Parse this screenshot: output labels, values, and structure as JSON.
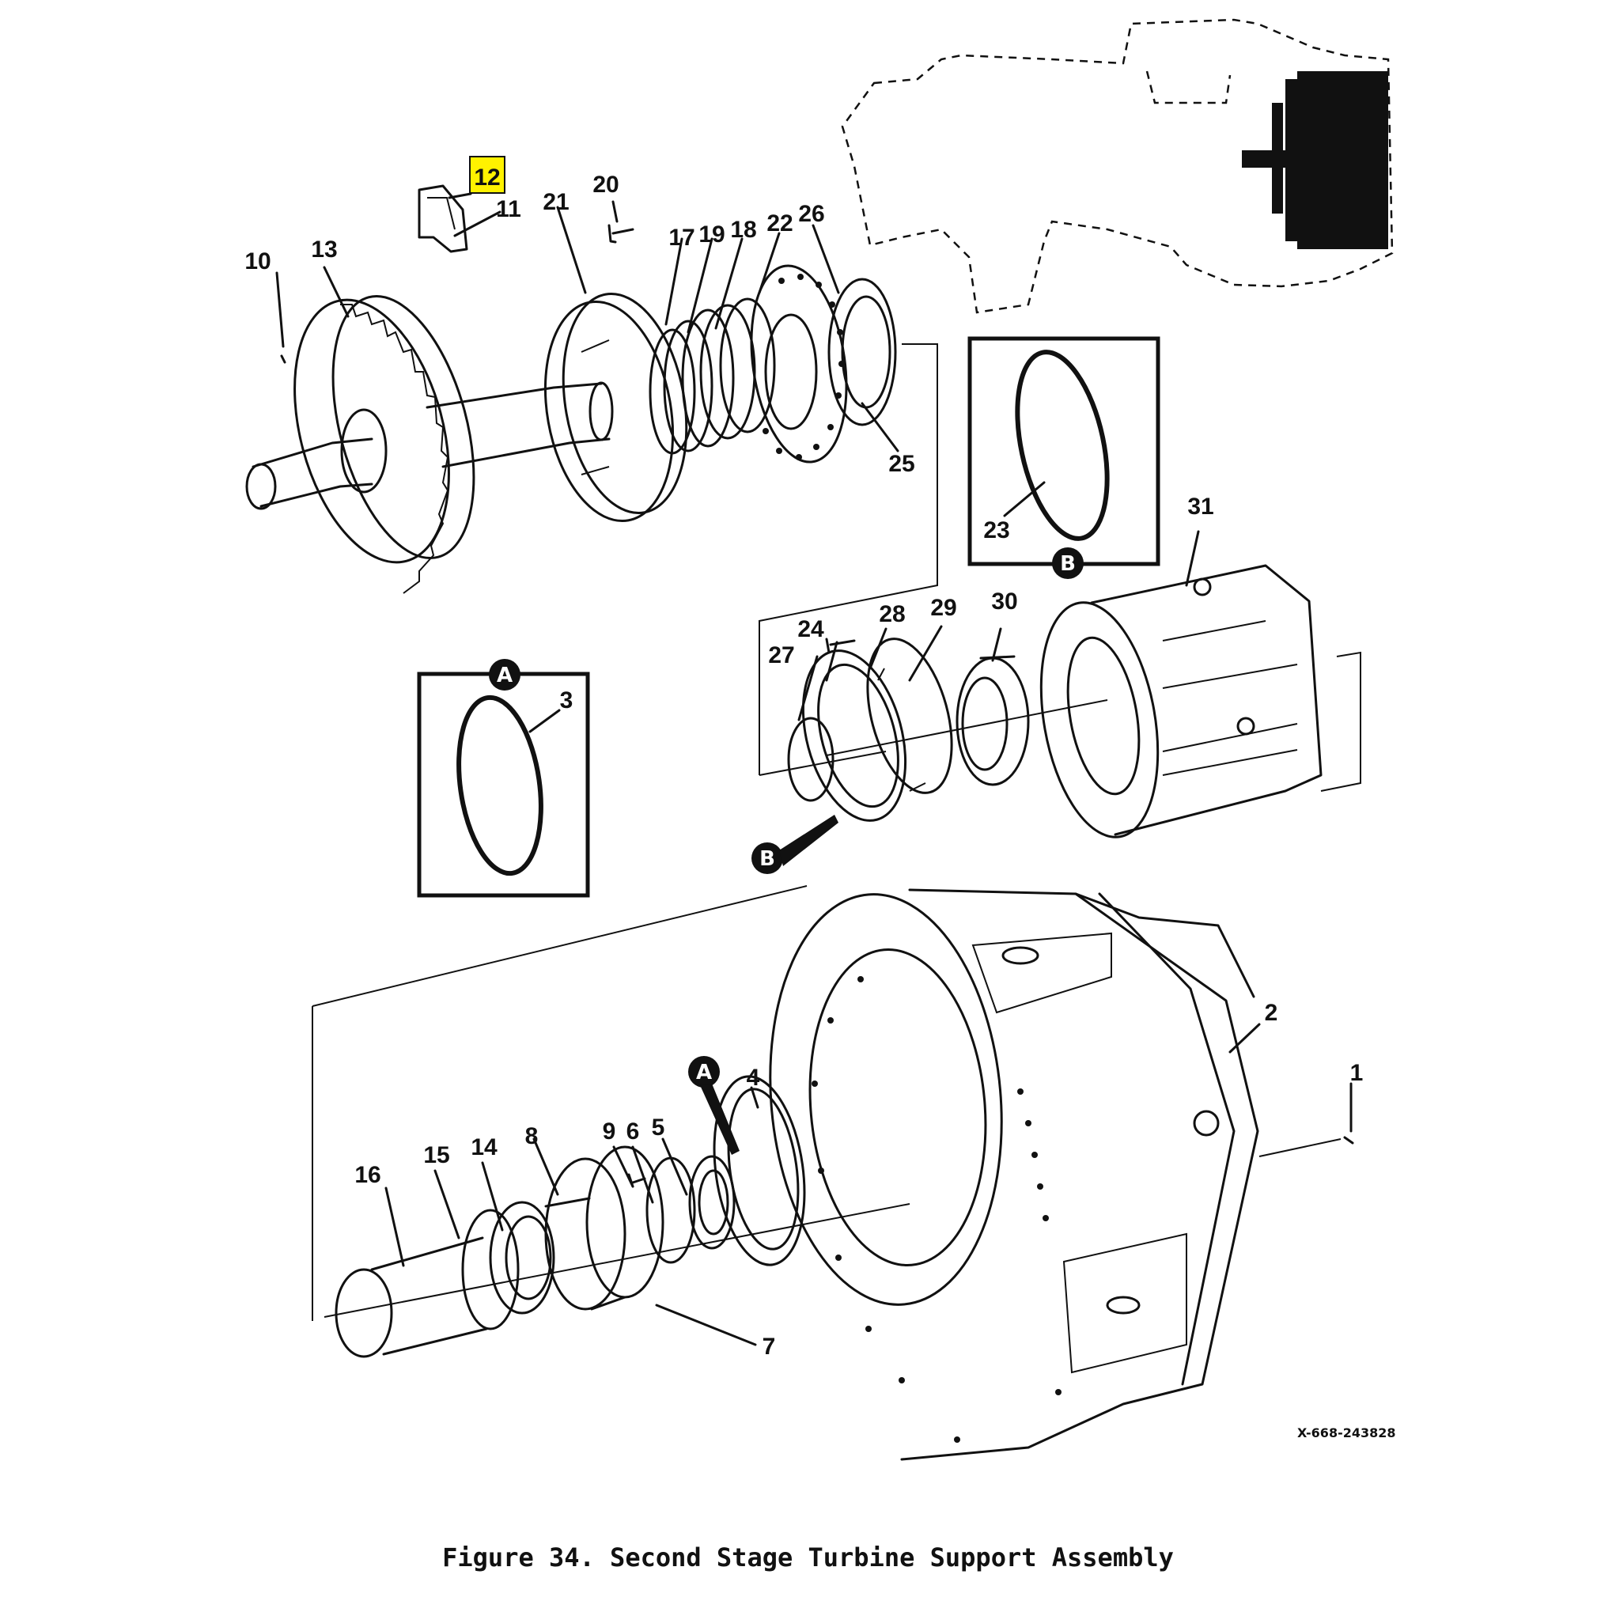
{
  "figure": {
    "caption": "Figure 34. Second Stage Turbine Support Assembly",
    "document_id": "X-668-243828",
    "highlight_color": "#fff200"
  },
  "callouts": {
    "c1": "1",
    "c2": "2",
    "c3": "3",
    "c4": "4",
    "c5": "5",
    "c6": "6",
    "c7": "7",
    "c8": "8",
    "c9": "9",
    "c10": "10",
    "c11": "11",
    "c12": "12",
    "c13": "13",
    "c14": "14",
    "c15": "15",
    "c16": "16",
    "c17": "17",
    "c18": "18",
    "c19": "19",
    "c20": "20",
    "c21": "21",
    "c22": "22",
    "c23": "23",
    "c24": "24",
    "c25": "25",
    "c26": "26",
    "c27": "27",
    "c28": "28",
    "c29": "29",
    "c30": "30",
    "c31": "31"
  },
  "detail_markers": {
    "detail_a_box": "A",
    "detail_b_box": "B",
    "marker_a_lower": "A",
    "marker_b_middle": "B"
  },
  "highlighted_callout": "12"
}
